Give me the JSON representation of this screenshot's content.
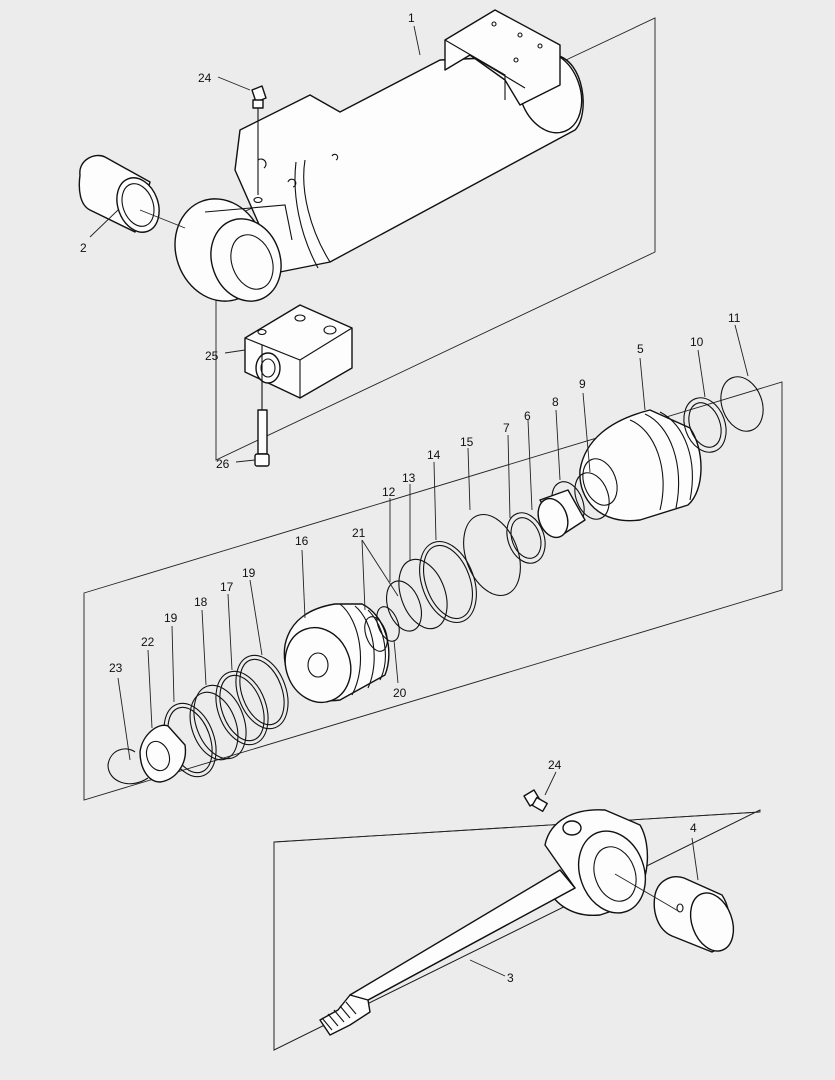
{
  "diagram": {
    "part_labels": [
      {
        "id": "p1",
        "text": "1"
      },
      {
        "id": "p2",
        "text": "2"
      },
      {
        "id": "p3",
        "text": "3"
      },
      {
        "id": "p4",
        "text": "4"
      },
      {
        "id": "p5",
        "text": "5"
      },
      {
        "id": "p6",
        "text": "6"
      },
      {
        "id": "p7",
        "text": "7"
      },
      {
        "id": "p8",
        "text": "8"
      },
      {
        "id": "p9",
        "text": "9"
      },
      {
        "id": "p10",
        "text": "10"
      },
      {
        "id": "p11",
        "text": "11"
      },
      {
        "id": "p12",
        "text": "12"
      },
      {
        "id": "p13",
        "text": "13"
      },
      {
        "id": "p14",
        "text": "14"
      },
      {
        "id": "p15",
        "text": "15"
      },
      {
        "id": "p16",
        "text": "16"
      },
      {
        "id": "p17",
        "text": "17"
      },
      {
        "id": "p18",
        "text": "18"
      },
      {
        "id": "p19a",
        "text": "19"
      },
      {
        "id": "p19b",
        "text": "19"
      },
      {
        "id": "p20",
        "text": "20"
      },
      {
        "id": "p21",
        "text": "21"
      },
      {
        "id": "p22",
        "text": "22"
      },
      {
        "id": "p23",
        "text": "23"
      },
      {
        "id": "p24a",
        "text": "24"
      },
      {
        "id": "p24b",
        "text": "24"
      },
      {
        "id": "p25",
        "text": "25"
      },
      {
        "id": "p26",
        "text": "26"
      }
    ]
  }
}
